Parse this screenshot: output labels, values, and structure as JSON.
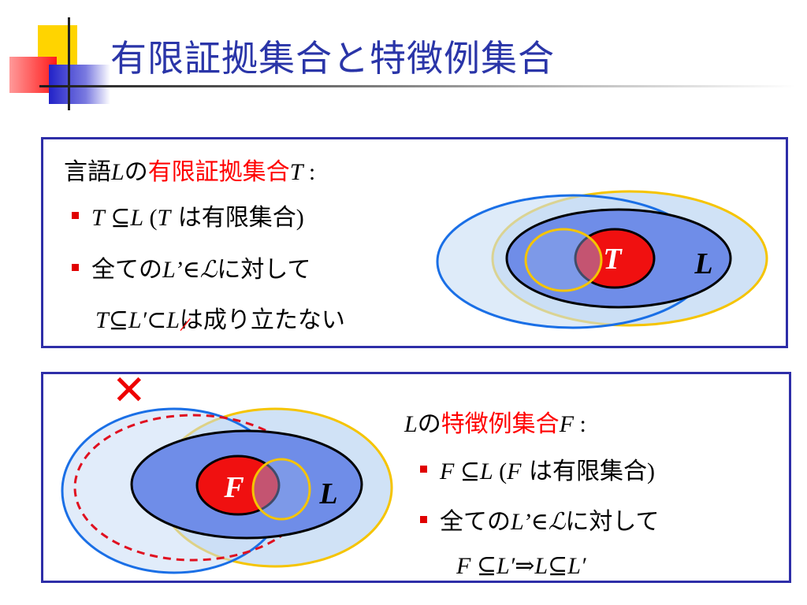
{
  "slide": {
    "title": "有限証拠集合と特徴例集合"
  },
  "panel1": {
    "heading": {
      "a": "言語",
      "b": "L",
      "c": "の",
      "d": "有限証拠集合",
      "e": "T",
      "f": " :"
    },
    "bullet1": {
      "a": "T",
      "b": " ⊆",
      "c": "L",
      "d": " (",
      "e": "T",
      "f": " は有限集合",
      "g": ")"
    },
    "bullet2": {
      "a": "全ての",
      "b": "L’",
      "c": "∈",
      "d": "ℒ",
      "e": "に対して"
    },
    "line3": {
      "a": "T",
      "b": "⊆",
      "c": "L′",
      "d": "⊂",
      "e": "L",
      "f": "は成り立たない",
      "neg_mark": "/"
    },
    "diagram": {
      "inner_label": "T",
      "outer_label": "L"
    }
  },
  "panel2": {
    "cross_mark": "✕",
    "heading": {
      "a": "L",
      "b": "の",
      "c": "特徴例集合",
      "d": "F",
      "e": " :"
    },
    "bullet1": {
      "a": "F",
      "b": " ⊆",
      "c": "L",
      "d": " (",
      "e": "F",
      "f": " は有限集合",
      "g": ")"
    },
    "bullet2": {
      "a": "全ての",
      "b": "L’",
      "c": "∈",
      "d": "ℒ",
      "e": "に対して"
    },
    "line3": {
      "a": "F",
      "b": " ⊆",
      "c": "L′",
      "d": "⇒",
      "e": "L",
      "f": "⊆",
      "g": "L′"
    },
    "diagram": {
      "inner_label": "F",
      "outer_label": "L"
    }
  },
  "colors": {
    "title": "#2a35a8",
    "panel_border": "#2e2ea8",
    "emphasis_red": "#ff0000",
    "result_green": "#00802b",
    "light_blue_fill": "#c8ddf5",
    "mid_blue_fill": "#6f8de8",
    "core_red": "#f01010",
    "ring_blue": "#1a6fe6",
    "ring_yellow": "#f5c400"
  }
}
